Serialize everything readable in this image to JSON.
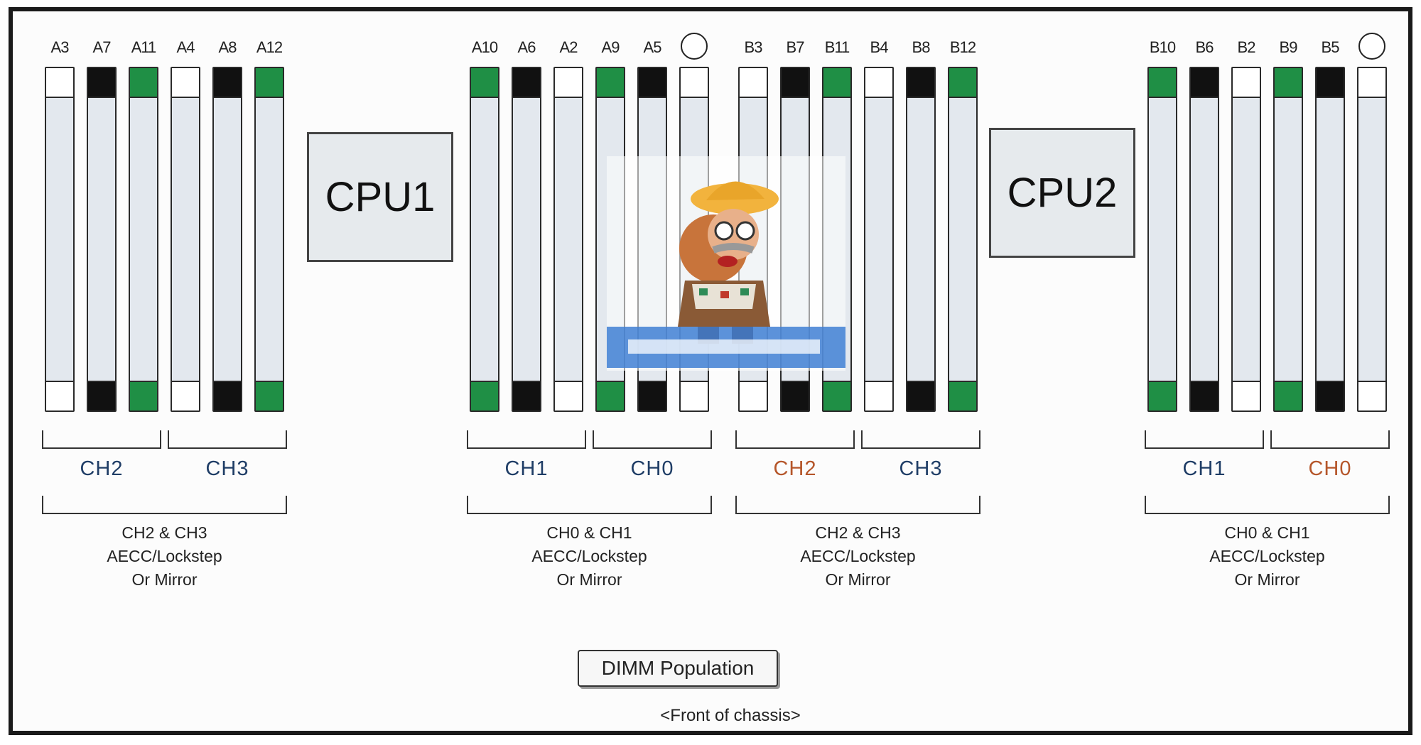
{
  "colors": {
    "populated_green": "#1f8f45",
    "populated_black": "#111111",
    "empty": "#ffffff",
    "orange_channel": "#b5562a",
    "blue_channel": "#1f3d66"
  },
  "cpus": [
    {
      "label": "CPU1"
    },
    {
      "label": "CPU2"
    }
  ],
  "groups": [
    {
      "slots": [
        {
          "label": "A3",
          "fill": "empty"
        },
        {
          "label": "A7",
          "fill": "black"
        },
        {
          "label": "A11",
          "fill": "green"
        },
        {
          "label": "A4",
          "fill": "empty"
        },
        {
          "label": "A8",
          "fill": "black"
        },
        {
          "label": "A12",
          "fill": "green"
        }
      ],
      "channels": [
        {
          "label": "CH2",
          "color": "blue"
        },
        {
          "label": "CH3",
          "color": "blue"
        }
      ],
      "mode": "CH2 & CH3\nAECC/Lockstep\nOr Mirror"
    },
    {
      "slots": [
        {
          "label": "A10",
          "fill": "green"
        },
        {
          "label": "A6",
          "fill": "black"
        },
        {
          "label": "A2",
          "fill": "empty"
        },
        {
          "label": "A9",
          "fill": "green"
        },
        {
          "label": "A5",
          "fill": "black"
        },
        {
          "label": "",
          "fill": "empty",
          "circle": true
        }
      ],
      "channels": [
        {
          "label": "CH1",
          "color": "blue"
        },
        {
          "label": "CH0",
          "color": "blue"
        }
      ],
      "mode": "CH0 & CH1\nAECC/Lockstep\nOr Mirror"
    },
    {
      "slots": [
        {
          "label": "B3",
          "fill": "empty"
        },
        {
          "label": "B7",
          "fill": "black"
        },
        {
          "label": "B11",
          "fill": "green"
        },
        {
          "label": "B4",
          "fill": "empty"
        },
        {
          "label": "B8",
          "fill": "black"
        },
        {
          "label": "B12",
          "fill": "green"
        }
      ],
      "channels": [
        {
          "label": "CH2",
          "color": "orange"
        },
        {
          "label": "CH3",
          "color": "blue"
        }
      ],
      "mode": "CH2 & CH3\nAECC/Lockstep\nOr Mirror"
    },
    {
      "slots": [
        {
          "label": "B10",
          "fill": "green"
        },
        {
          "label": "B6",
          "fill": "black"
        },
        {
          "label": "B2",
          "fill": "empty"
        },
        {
          "label": "B9",
          "fill": "green"
        },
        {
          "label": "B5",
          "fill": "black"
        },
        {
          "label": "",
          "fill": "empty",
          "circle": true
        }
      ],
      "channels": [
        {
          "label": "CH1",
          "color": "blue"
        },
        {
          "label": "CH0",
          "color": "orange"
        }
      ],
      "mode": "CH0 & CH1\nAECC/Lockstep\nOr Mirror"
    }
  ],
  "legend_button": "DIMM Population",
  "front_label": "<Front of chassis>"
}
